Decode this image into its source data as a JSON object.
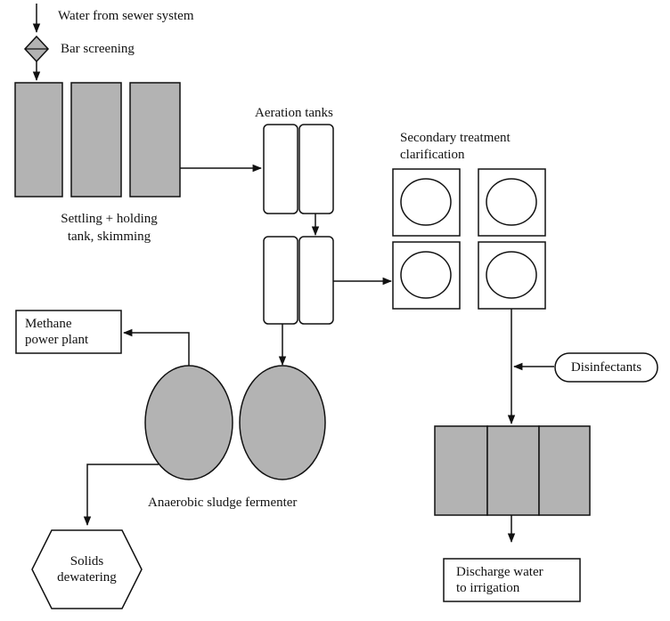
{
  "labels": {
    "water_from_sewer": "Water from sewer system",
    "bar_screening": "Bar screening",
    "settling_line1": "Settling + holding",
    "settling_line2": "tank, skimming",
    "aeration_tanks": "Aeration tanks",
    "secondary_line1": "Secondary treatment",
    "secondary_line2": "clarification",
    "methane_line1": "Methane",
    "methane_line2": "power plant",
    "disinfectants": "Disinfectants",
    "anaerobic": "Anaerobic sludge fermenter",
    "solids_line1": "Solids",
    "solids_line2": "dewatering",
    "discharge_line1": "Discharge water",
    "discharge_line2": "to irrigation"
  },
  "colors": {
    "tank_fill": "#b3b3b3",
    "stroke": "#111111",
    "background": "#ffffff"
  }
}
